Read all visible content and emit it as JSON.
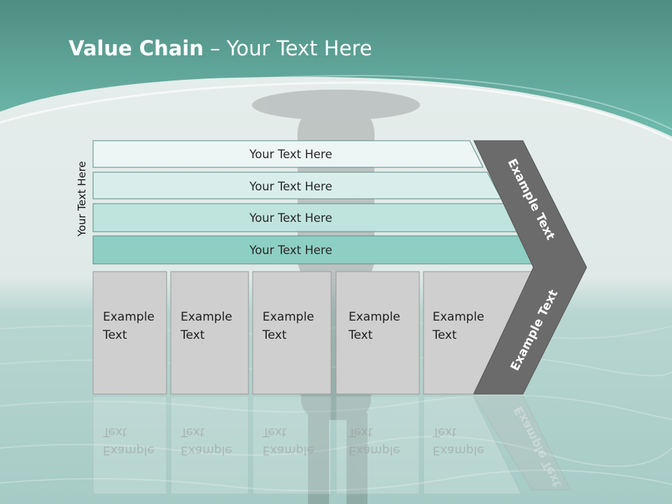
{
  "slide": {
    "title_bold": "Value Chain",
    "title_rest": " – Your Text Here"
  },
  "support_activities": [
    {
      "label": "Your Text Here"
    },
    {
      "label": "Your Text Here"
    },
    {
      "label": "Your Text Here"
    },
    {
      "label": "Your Text Here"
    }
  ],
  "vertical_label": "Your Text Here",
  "primary_activities": [
    {
      "label": "Example\nText"
    },
    {
      "label": "Example\nText"
    },
    {
      "label": "Example\nText"
    },
    {
      "label": "Example\nText"
    },
    {
      "label": "Example\nText"
    }
  ],
  "margin_arrow": {
    "upper_label": "Example Text",
    "lower_label": "Example Text"
  },
  "colors": {
    "header_teal": "#4e8f84",
    "curve_teal": "#6dbdb0",
    "band_1": "#eef6f5",
    "band_2": "#d9eeeb",
    "band_3": "#bfe3dd",
    "band_4": "#8ecfc3",
    "box_gray": "#cfcfcf",
    "arrow_gray": "#6b6b6b"
  }
}
